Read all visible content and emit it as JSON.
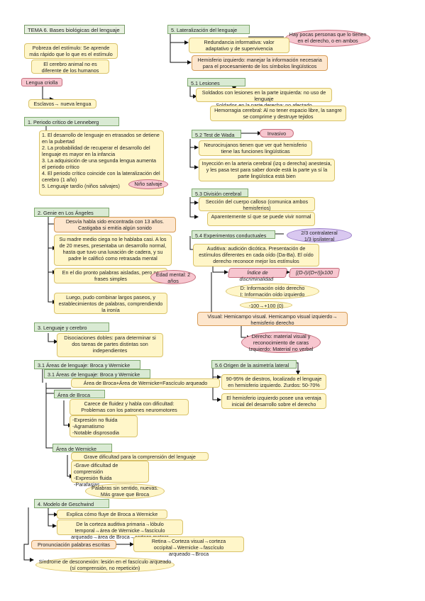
{
  "nodes": {
    "tema": "TEMA 6. Bases biológicas del lenguaje",
    "pobreza": "Pobreza del estímulo: Se aprende más rápido que lo que es el estímulo",
    "cerebro_animales": "El cerebro animal no es diferente de los humanos",
    "lengua_criolla": "Lengua criolla",
    "esclavos": "Esclavos→ nueva lengua",
    "periodo_critico": "1. Periodo crítico de Lenneberg",
    "periodo_items": "1. El desarrollo de lenguaje en etrasados se detiene en la pubertad\n2. La probabilidad de recuperar el desarrollo del lenguaje es mayor en la infancia\n3. La adquisición de una segunda lengua aumenta el periodo crítico\n4. El periodo crítico coincide con la lateralización del cerebro (1 año)\n5. Lenguaje tardío (niños salvajes)",
    "nino_salvaje": "Niño salvaje",
    "genie": "2. Genie en Los Ángeles",
    "genie_1": "Desvía habla sido encontrada con 13 años. Castigaba si emitía algún sonido",
    "genie_2": "Su madre medio ciega no le hablaba casi. A los de 20 meses, presentaba un desarrollo normal, hasta que tuvo una luxación de cadera, y su padre le calificó como retrasada mental",
    "genie_3": "En el dio pronto palabras aisladas, pero no frases simples",
    "genie_4": "Luego, pudo combinar largos paseos, y establecimientos de palabras, comprendiendo la ironía",
    "edad_mental": "Edad mental: 2 años",
    "lenguaje_cerebro": "3. Lenguaje y cerebro",
    "disociaciones": "Disociaciones dobles: para determinar si dos tareas de partes distintas son independientes",
    "areas_31": "3.1 Áreas de lenguaje: Broca y Wernicke",
    "areas_31b": "3.1 Áreas de lenguaje: Broca y Wernicke",
    "area_broca_sum": "Área de Broca+Área de Wernicke=Fascículo arqueado",
    "area_broca": "Área de Broca",
    "broca_carece": "Carece de fluidez y habla con dificultad: Problemas con los patrones neuromotores",
    "broca_items": "-Expresión no fluida\n-Agramatismo\n-Notable disprosodia",
    "area_wernicke": "Área de Wernicke",
    "wernicke_grave": "Grave dificultad para la comprensión del lenguaje",
    "wernicke_items": "-Grave dificultad de comprensión\n-Expresión fluida\n-Parafasias",
    "palabras_sin_sentido": "Palabras sin sentido, nuevas. Más grave que Broca",
    "modelo": "4. Modelo de Geschwind",
    "explica": "Explica cómo fluye de Broca a Wernicke",
    "corteza": "De la corteza auditiva primaria→lóbulo temporal→área de Wernicke→fascículo arqueado→área de Broca→corteza motora",
    "pronunciacion": "Pronunciación palabras escritas",
    "retina": "Retina→Corteza visual→corteza occipital→Wernicke→fascículo arqueado→Broca",
    "sindrome": "Síndrome de desconexión: lesión en el fascículo arqueado (sí comprensión, no repetición)",
    "lateralizacion": "5. Lateralización del lenguaje",
    "hay_pocas": "Hay pocas personas que lo tienen en el derecho, o en ambos",
    "redundancia": "Redundancia informativa: valor adaptativo y de supervivencia",
    "hemisferio_izq": "Hemisferio izquierdo: manejar la información necesaria para el procesamiento de los símbolos lingüísticos",
    "lesiones": "5.1 Lesiones",
    "soldados": "Soldados con lesiones en la parte izquierda: no uso de lenguaje\nSoldados en la parte derecha: no afectado",
    "hemorragia": "Hemorragia cerebral: Al no tener espacio libre, la sangre se comprime y destruye tejidos",
    "test_wada": "5.2 Test de Wada",
    "invasivo": "Invasivo",
    "neurocirujanos": "Neurocirujanos tienen que ver qué hemisferio tiene las funciones lingüísticas",
    "inyeccion": "Inyección en la arteria cerebral (izq o derecha) anestesia, y les pasa test para saber donde está la parte ya sí la parte lingüística está bien",
    "division": "5.3 División cerebral",
    "seccion": "Sección del cuerpo calloso (comunica ambos hemisferios)",
    "aparentemente": "Aparentemente sí que se puede vivir normal",
    "experimentos": "5.4 Experimentos conductuales",
    "contralateral": "2/3 contralateral\n1/3 ipsilateral",
    "auditiva": "Auditiva: audición dicótica. Presentación de estímulos diferentes en cada oído (Da-Ba). El oído derecho reconoce mejor los estímulos",
    "indice": "Índice de discriminalidad",
    "formula": "[(D-I)/(D+I)]x100",
    "d_info": "D: Información oído derecho\nI: Información oído izquierdo",
    "rango": "-100→+100 (0)",
    "visual": "Visual: Hemicampo visual. Hemicampo visual izquierdo→ hemisferio derecho",
    "derecho_mat": "Derecho: material visual y reconocimiento de caras\nIzquierdo: Material no verbal",
    "origen": "5.6 Origen de la asimetría lateral",
    "diestros": "90-95% de diestros, localizado el lenguaje en hemisferio izquierdo. Zurdos: 50-70%",
    "hemisferio_ventaja": "El hemisferio izquierdo posee una ventaja inicial del desarrollo sobre el derecho"
  }
}
